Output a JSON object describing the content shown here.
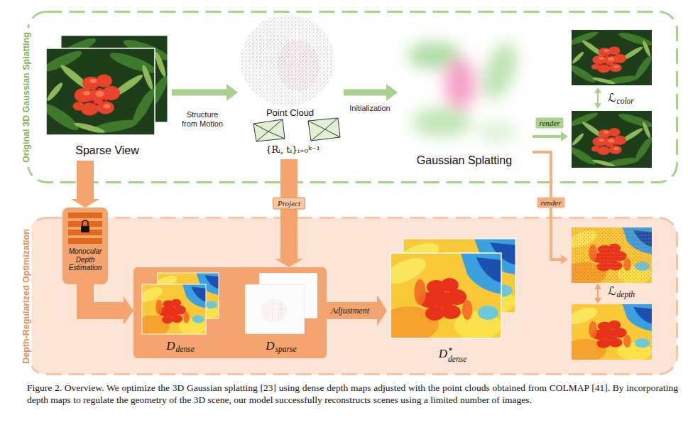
{
  "diagram": {
    "caption": "Figure 2. Overview. We optimize the 3D Gaussian splatting [23] using dense depth maps adjusted with the point clouds obtained from COLMAP [41]. By incorporating depth maps to regulate the geometry of the 3D scene, our model successfully reconstructs scenes using a limited number of images.",
    "nodes": [
      {
        "text": [
          "Original 3D Gaussian Splatting"
        ]
      },
      {
        "text": [
          "Sparse View"
        ],
        "in": 0
      },
      {
        "text": [
          "Point Cloud",
          "{Rᵢ, tᵢ}ᵢ₌₀ᵏ⁻¹"
        ],
        "in": 0
      },
      {
        "text": [
          "Gaussian Splatting"
        ],
        "in": 0
      },
      {
        "text": [
          "ℒ",
          "color"
        ],
        "in": 0
      },
      {
        "text": [
          "Depth-Regularized Optimization"
        ]
      },
      {
        "text": [
          "Monocular Depth Estimation"
        ],
        "in": 5
      },
      {
        "text": [],
        "in": 5
      },
      {
        "text": [
          "D",
          "dense"
        ],
        "in": 7
      },
      {
        "text": [
          "D",
          "sparse"
        ],
        "in": 7
      },
      {
        "text": [
          "D",
          "*",
          "dense"
        ],
        "in": 5
      },
      {
        "text": [
          "ℒ",
          "depth"
        ],
        "in": 5
      }
    ],
    "edges": [
      {
        "from": 1,
        "to": 2,
        "arrow": "to",
        "label": "Structure from Motion"
      },
      {
        "from": 2,
        "to": 3,
        "arrow": "to",
        "label": "Initialization"
      },
      {
        "from": 3,
        "to": 4,
        "arrow": "to",
        "label": "render"
      },
      {
        "from": 3,
        "to": 11,
        "arrow": "to",
        "label": "render"
      },
      {
        "from": 1,
        "to": 6,
        "arrow": "to"
      },
      {
        "from": 6,
        "to": 7,
        "arrow": "to"
      },
      {
        "from": 2,
        "to": 7,
        "arrow": "to",
        "label": "Project"
      },
      {
        "from": 7,
        "to": 10,
        "arrow": "to",
        "label": "Adjustment"
      }
    ]
  }
}
